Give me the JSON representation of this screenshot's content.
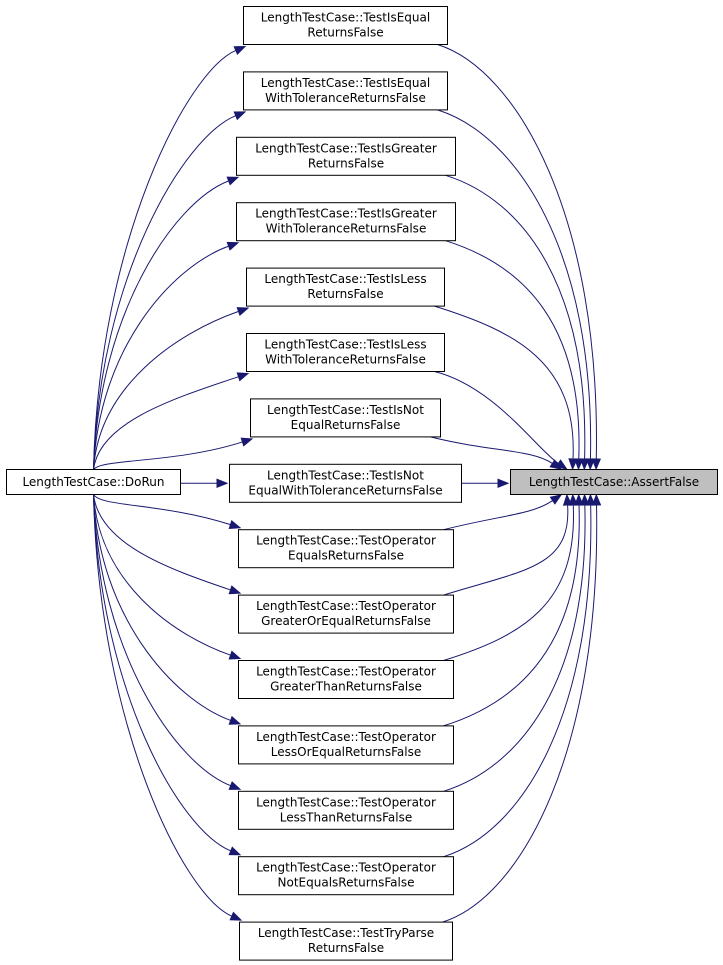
{
  "colors": {
    "edge": "#191970",
    "node_border": "#000000",
    "node_fill": "#ffffff",
    "root_fill": "#bfbfbf",
    "background": "#ffffff"
  },
  "graph": {
    "caller": "LengthTestCase::DoRun",
    "target": "LengthTestCase::AssertFalse",
    "tests": [
      {
        "id": "t0",
        "line1": "LengthTestCase::TestIsEqual",
        "line2": "ReturnsFalse"
      },
      {
        "id": "t1",
        "line1": "LengthTestCase::TestIsEqual",
        "line2": "WithToleranceReturnsFalse"
      },
      {
        "id": "t2",
        "line1": "LengthTestCase::TestIsGreater",
        "line2": "ReturnsFalse"
      },
      {
        "id": "t3",
        "line1": "LengthTestCase::TestIsGreater",
        "line2": "WithToleranceReturnsFalse"
      },
      {
        "id": "t4",
        "line1": "LengthTestCase::TestIsLess",
        "line2": "ReturnsFalse"
      },
      {
        "id": "t5",
        "line1": "LengthTestCase::TestIsLess",
        "line2": "WithToleranceReturnsFalse"
      },
      {
        "id": "t6",
        "line1": "LengthTestCase::TestIsNot",
        "line2": "EqualReturnsFalse"
      },
      {
        "id": "t7",
        "line1": "LengthTestCase::TestIsNot",
        "line2": "EqualWithToleranceReturnsFalse"
      },
      {
        "id": "t8",
        "line1": "LengthTestCase::TestOperator",
        "line2": "EqualsReturnsFalse"
      },
      {
        "id": "t9",
        "line1": "LengthTestCase::TestOperator",
        "line2": "GreaterOrEqualReturnsFalse"
      },
      {
        "id": "t10",
        "line1": "LengthTestCase::TestOperator",
        "line2": "GreaterThanReturnsFalse"
      },
      {
        "id": "t11",
        "line1": "LengthTestCase::TestOperator",
        "line2": "LessOrEqualReturnsFalse"
      },
      {
        "id": "t12",
        "line1": "LengthTestCase::TestOperator",
        "line2": "LessThanReturnsFalse"
      },
      {
        "id": "t13",
        "line1": "LengthTestCase::TestOperator",
        "line2": "NotEqualsReturnsFalse"
      },
      {
        "id": "t14",
        "line1": "LengthTestCase::TestTryParse",
        "line2": "ReturnsFalse"
      }
    ]
  }
}
